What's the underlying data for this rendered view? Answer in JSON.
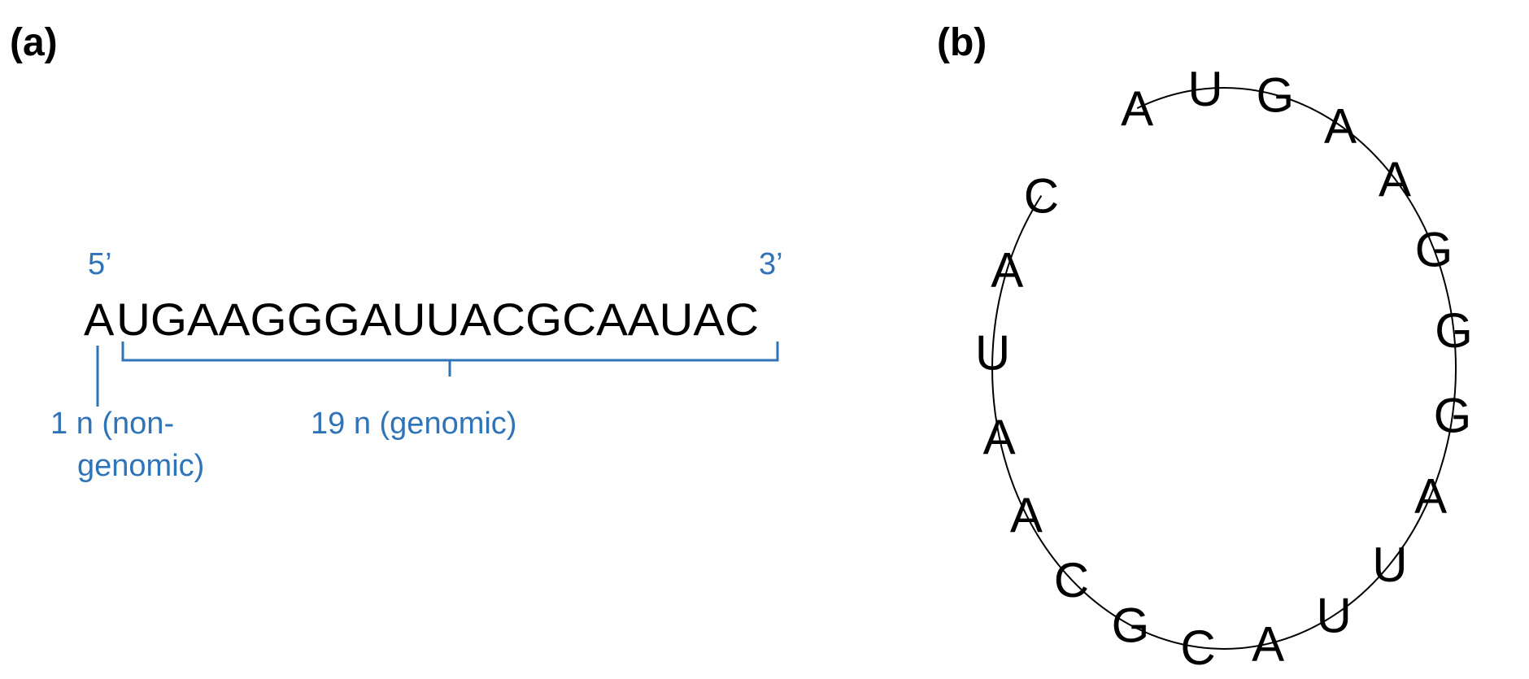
{
  "panel_a": {
    "label": "(a)",
    "five_prime": "5’",
    "three_prime": "3’",
    "first_nt": "A",
    "genomic_seq": "UGAAGGGAUUACGCAAUAC",
    "label_nongenomic_1": "1 n (non-",
    "label_nongenomic_2": "genomic)",
    "label_genomic": "19 n (genomic)",
    "accent_color": "#2f73b8"
  },
  "panel_b": {
    "label": "(b)",
    "sequence": [
      "A",
      "U",
      "G",
      "A",
      "A",
      "G",
      "G",
      "G",
      "A",
      "U",
      "U",
      "A",
      "C",
      "G",
      "C",
      "A",
      "A",
      "U",
      "A",
      "C"
    ]
  }
}
